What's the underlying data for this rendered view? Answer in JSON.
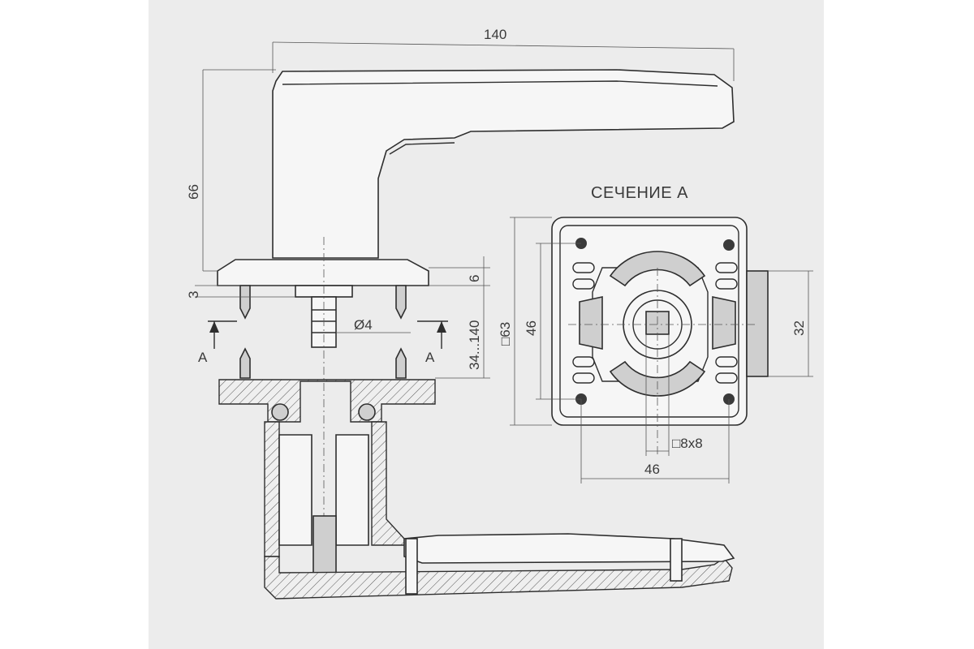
{
  "section_title": "СЕЧЕНИЕ А",
  "dimensions": {
    "lever_length": "140",
    "handle_height": "66",
    "rose_thickness": "3",
    "rose_offset": "6",
    "door_thickness": "34...140",
    "spindle_diameter": "Ø4",
    "section_marker_left": "A",
    "section_marker_right": "A",
    "plate_outer": "□63",
    "plate_inner_vertical": "46",
    "plate_side_depth": "32",
    "spindle_square": "□8x8",
    "plate_inner_horizontal": "46"
  },
  "colors": {
    "sheet": "#ececec",
    "ink": "#2e2e2e"
  }
}
